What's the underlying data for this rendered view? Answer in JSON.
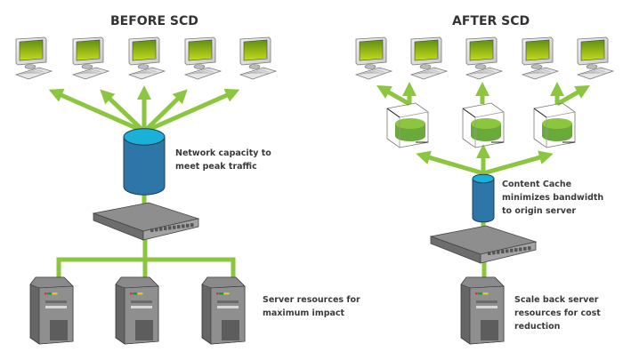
{
  "diagram": {
    "before": {
      "title": "BEFORE SCD",
      "network_label": [
        "Network capacity to",
        "meet peak traffic"
      ],
      "server_label": [
        "Server resources for",
        "maximum impact"
      ],
      "clients": 5,
      "servers": 3
    },
    "after": {
      "title": "AFTER SCD",
      "cache_label": [
        "Content Cache",
        "minimizes bandwidth",
        "to origin server"
      ],
      "server_label": [
        "Scale back server",
        "resources for cost",
        "reduction"
      ],
      "clients": 5,
      "edge_caches": 3,
      "servers": 1
    },
    "colors": {
      "link": "#8cc63f",
      "cylinder_blue": "#2e75a8",
      "cylinder_top": "#1ab0d8",
      "cache_green": "#6aaa3a",
      "screen_green": "#8cb81e",
      "device_gray": "#8a8a8a"
    }
  }
}
